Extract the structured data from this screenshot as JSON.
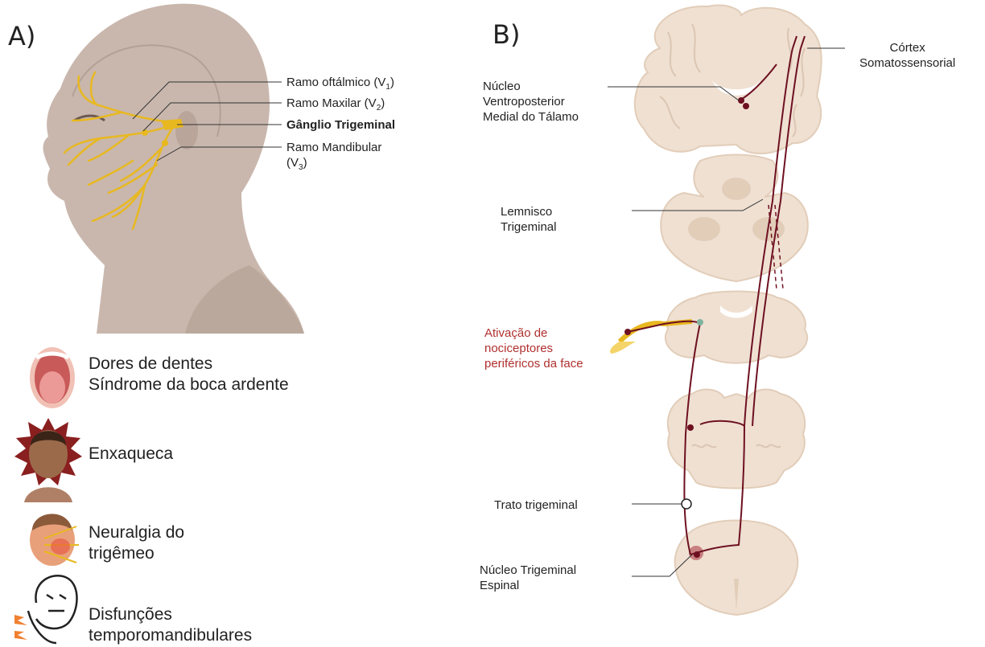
{
  "panel_a": {
    "letter": "A)",
    "labels": {
      "ophthalmic": "Ramo oftálmico (V",
      "ophthalmic_sub": "1",
      "maxillary": "Ramo Maxilar (V",
      "maxillary_sub": "2",
      "ganglion": "Gânglio Trigeminal",
      "mandibular_line1": "Ramo Mandibular",
      "mandibular_line2": "(V",
      "mandibular_sub": "3"
    },
    "conditions": [
      {
        "line1": "Dores de dentes",
        "line2": "Síndrome da boca ardente"
      },
      {
        "line1": "Enxaqueca",
        "line2": ""
      },
      {
        "line1": "Neuralgia do",
        "line2": "trigêmeo"
      },
      {
        "line1": "Disfunções",
        "line2": "temporomandibulares"
      }
    ]
  },
  "panel_b": {
    "letter": "B)",
    "labels": {
      "cortex_line1": "Córtex",
      "cortex_line2": "Somatossensorial",
      "vpm_line1": "Núcleo",
      "vpm_line2": "Ventroposterior",
      "vpm_line3": "Medial do Tálamo",
      "lemnisco_line1": "Lemnisco",
      "lemnisco_line2": "Trigeminal",
      "activation_line1": "Ativação de",
      "activation_line2": "nociceptores",
      "activation_line3": "periféricos da face",
      "tract": "Trato trigeminal",
      "spinal_line1": "Núcleo Trigeminal",
      "spinal_line2": "Espinal"
    }
  },
  "colors": {
    "nerve": "#e8b820",
    "pathway": "#6e1020",
    "tissue": "#efe0d2",
    "tissue_dark": "#e2cdb9",
    "head": "#c9b7ad",
    "activation_text": "#b03030"
  }
}
